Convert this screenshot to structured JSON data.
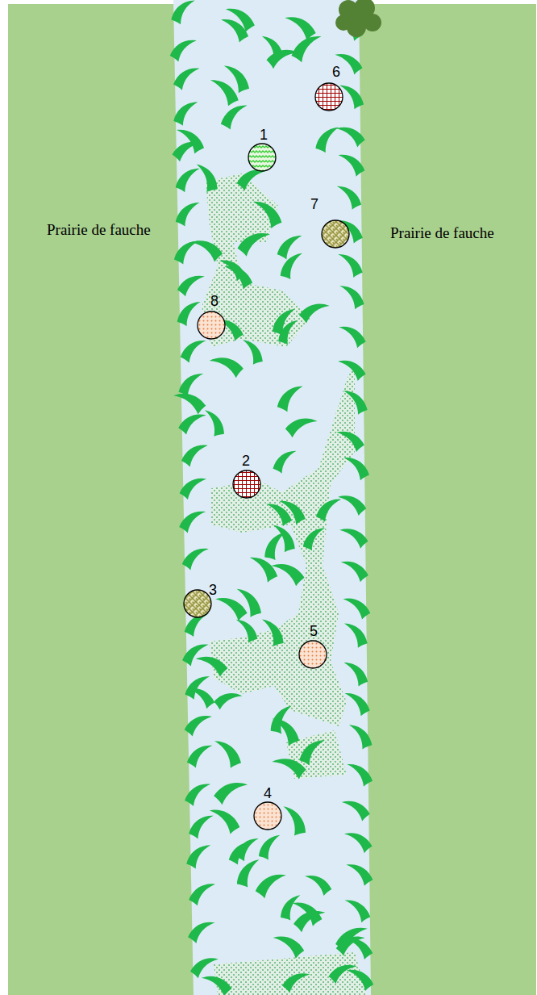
{
  "diagram": {
    "labels": [
      "Prairie de fauche",
      "Prairie de fauche",
      "6",
      "1",
      "7",
      "8",
      "2",
      "3",
      "5",
      "4"
    ]
  }
}
